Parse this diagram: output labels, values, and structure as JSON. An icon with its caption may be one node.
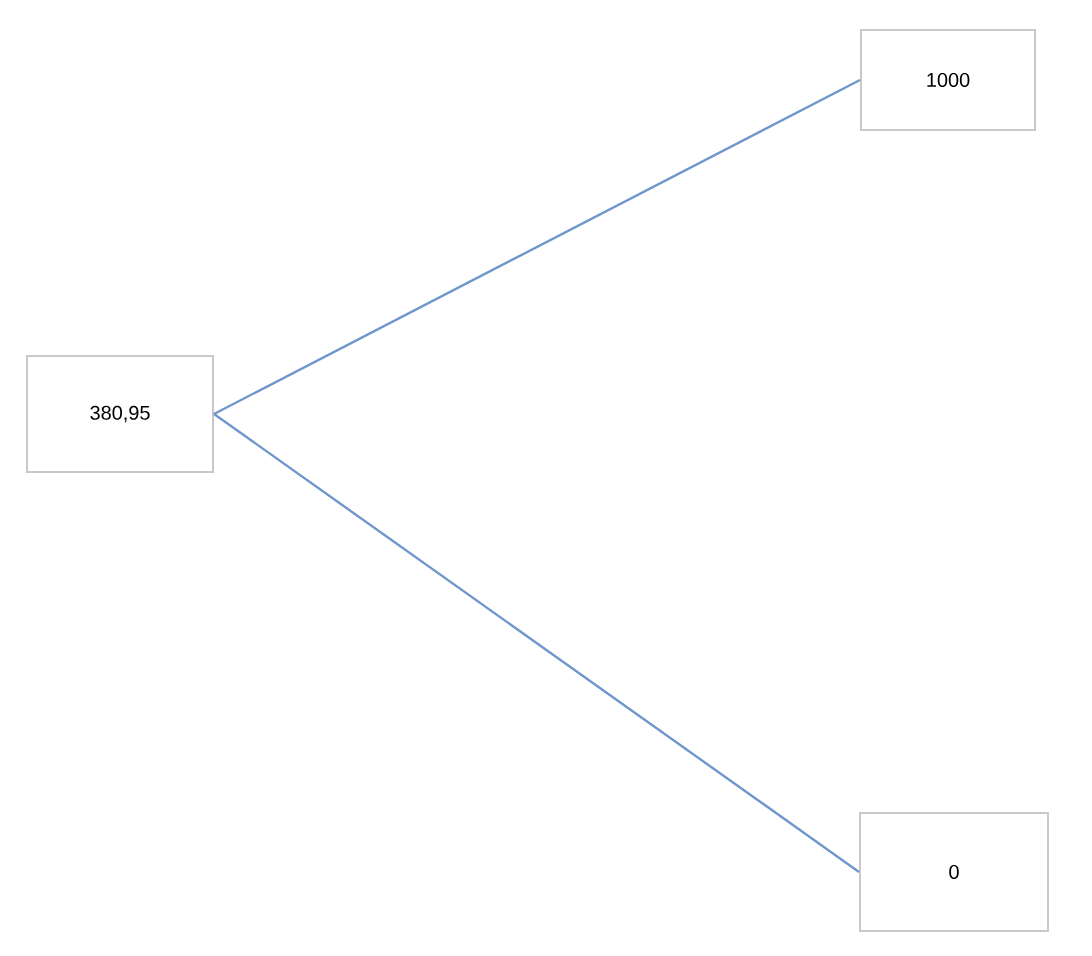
{
  "diagram": {
    "nodes": [
      {
        "text": [
          "380,95"
        ]
      },
      {
        "text": [
          "1000"
        ]
      },
      {
        "text": [
          "0"
        ]
      }
    ],
    "edges": [
      {
        "from": 0,
        "to": 1,
        "arrow": "none"
      },
      {
        "from": 0,
        "to": 2,
        "arrow": "none"
      }
    ]
  }
}
